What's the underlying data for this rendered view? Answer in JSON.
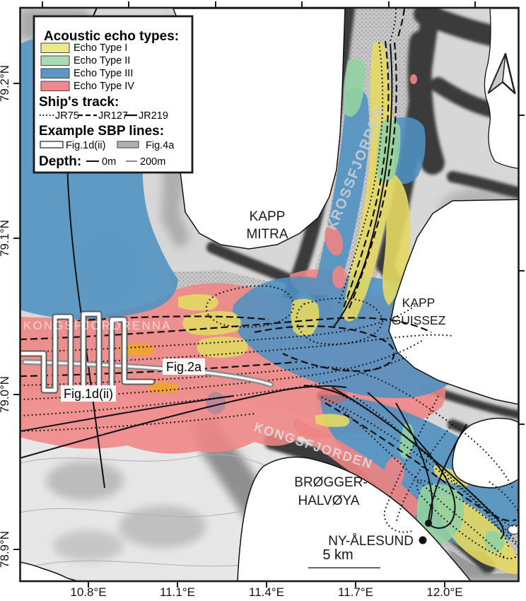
{
  "legend": {
    "title": "Acoustic echo types:",
    "echo_types": [
      {
        "label": "Echo Type I",
        "color": "#ece98a"
      },
      {
        "label": "Echo Type II",
        "color": "#a9dcb4"
      },
      {
        "label": "Echo Type III",
        "color": "#5a97c5"
      },
      {
        "label": "Echo Type IV",
        "color": "#f2888f"
      }
    ],
    "ships_track_title": "Ship's track:",
    "tracks": [
      {
        "label": "JR75",
        "style": "dotted"
      },
      {
        "label": "JR127",
        "style": "dashed"
      },
      {
        "label": "JR219",
        "style": "solid"
      }
    ],
    "sbp_title": "Example SBP lines:",
    "sbp_lines": [
      {
        "label": "Fig.1d(ii)"
      },
      {
        "label": "Fig.4a"
      }
    ],
    "depth_title": "Depth:",
    "depths": [
      {
        "label": "0m"
      },
      {
        "label": "200m"
      }
    ]
  },
  "axes": {
    "lat": [
      "79.2°N",
      "79.1°N",
      "79.0°N",
      "78.9°N"
    ],
    "lon": [
      "10.8°E",
      "11.1°E",
      "11.4°E",
      "11.7°E",
      "12.0°E"
    ]
  },
  "places": {
    "kapp_mitra_1": "KAPP",
    "kapp_mitra_2": "MITRA",
    "kapp_guissez_1": "KAPP",
    "kapp_guissez_2": "GUISSEZ",
    "krossfjorden": "KROSSFJORDEN",
    "kongsfjordrenna": "KONGSFJORDRENNA",
    "kongsfjorden": "KONGSFJORDEN",
    "brogger_1": "BRØGGER-",
    "brogger_2": "HALVØYA",
    "ny_alesund": "NY-ÅLESUND"
  },
  "annotations": {
    "fig_2a": "Fig.2a",
    "fig_1dii": "Fig.1d(ii)"
  },
  "scale_bar": {
    "label": "5 km"
  },
  "map_colors": {
    "echo1_yellow": "#e4d963",
    "echo2_green": "#94d2a2",
    "echo3_blue": "#4e92c3",
    "echo4_red": "#ef8584",
    "orange_patch": "#f0a234",
    "purple_patch": "#8e84a0",
    "wall_dark": "#3a3a3a",
    "land_white": "#ffffff"
  }
}
